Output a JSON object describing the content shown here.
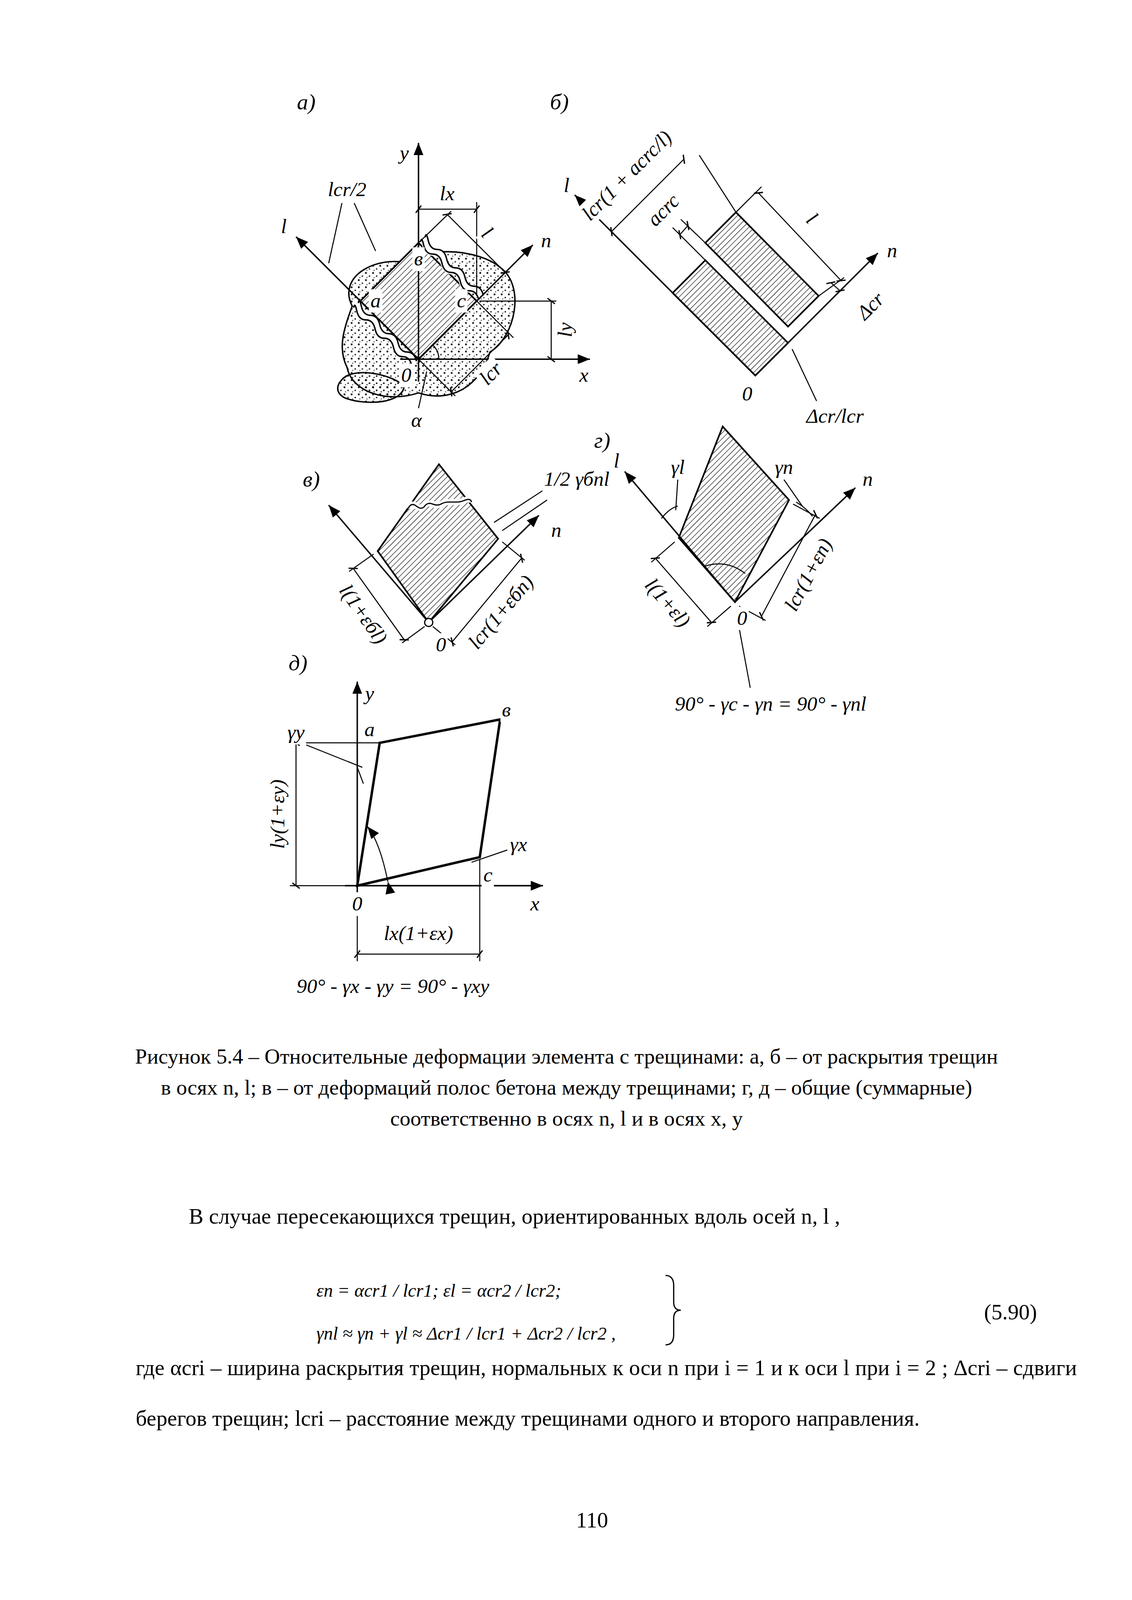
{
  "diagram": {
    "caption": "Рисунок 5.4 – Относительные деформации элемента с трещинами: а, б – от раскрытия трещин в осях n, l; в – от деформаций полос бетона между трещинами; г, д – общие (суммарные) соответственно в осях n, l и в осях x, y",
    "labels": [
      "а)",
      "y",
      "lx",
      "lcr/2",
      "l",
      "l",
      "n",
      "a",
      "в",
      "c",
      "ly",
      "0",
      "x",
      "α",
      "lcr",
      "б)",
      "l",
      "lcr(1 + acrc/l)",
      "acrc",
      "l",
      "n",
      "Δcr",
      "0",
      "Δcr/lcr",
      "в)",
      "1/2 γбnl",
      "n",
      "l(1+εбl)",
      "0",
      "lcr(1+εбn)",
      "г)",
      "l",
      "γl",
      "γn",
      "n",
      "l(1+εl)",
      "0",
      "lcr(1+εn)",
      "90° - γc - γn = 90° - γnl",
      "д)",
      "y",
      "γy",
      "a",
      "в",
      "ly(1+εy)",
      "γx",
      "c",
      "0",
      "x",
      "lx(1+εx)",
      "90° - γx - γy = 90° - γxy",
      "В случае пересекающихся трещин, ориентированных вдоль осей n, l ,",
      "εn = αcr1 / lcr1; εl = αcr2 / lcr2;",
      "γnl ≈ γn + γl ≈ Δcr1 / lcr1 + Δcr2 / lcr2 ,",
      "(5.90)",
      "где αcri – ширина раскрытия трещин, нормальных к оси n при i = 1 и к оси l при i = 2 ; Δcri – сдвиги берегов трещин; lcri – расстояние между трещинами одного и второго направления.",
      "110"
    ]
  }
}
